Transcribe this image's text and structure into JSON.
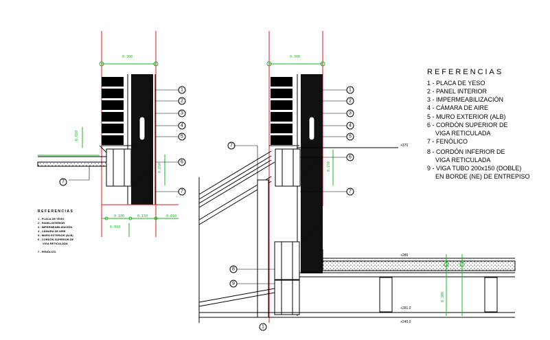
{
  "references": {
    "title": "REFERENCIAS",
    "items": [
      "1 - PLACA DE YESO",
      "2 - PANEL INTERIOR",
      "3 - IMPERMEABILIZACIÓN",
      "4 - CÁMARA DE AIRE",
      "5 - MURO EXTERIOR (ALB)",
      "6 - CORDÓN SUPERIOR DE",
      "VIGA RETICULADA",
      "7 - FENÓLICO",
      "8 - CORDÓN INFERIOR DE",
      "VIGA RETICULADA",
      "9 - VIGA TUBO 200x150 (DOBLE)",
      "EN BORDE (NE) DE ENTREPISO"
    ]
  },
  "references_small": {
    "title": "REFERENCIAS",
    "items": [
      "1 - PLACA DE YESO",
      "2 - PANEL INTERIOR",
      "3 - IMPERMEABILIZACIÓN",
      "4 - CÁMARA DE AIRE",
      "5 - MURO EXTERIOR (ALB)",
      "6 - CORDÓN SUPERIOR DE",
      "VIGA RETICULADA",
      "7 - FENÓLICO"
    ]
  },
  "left_detail": {
    "dim_top": "0.300",
    "dim_vert_left": "0.020",
    "dim_vert_right": "0.150",
    "dim_bottom": [
      "0.100",
      "0.150",
      "0.010"
    ],
    "dim_bottom_2": "0.010",
    "callouts": [
      "1",
      "2",
      "3",
      "4",
      "5",
      "6",
      "7",
      "7"
    ]
  },
  "right_detail": {
    "dim_top": "0.300",
    "dim_vert": "0.150",
    "dim_vert_2": "0.300",
    "level_top": "+370",
    "level_mid": "+280",
    "level_low1": "+281.0",
    "level_low2": "+240.0",
    "callouts": [
      "1",
      "2",
      "3",
      "4",
      "5",
      "6",
      "7",
      "7",
      "8",
      "9",
      "1"
    ]
  }
}
